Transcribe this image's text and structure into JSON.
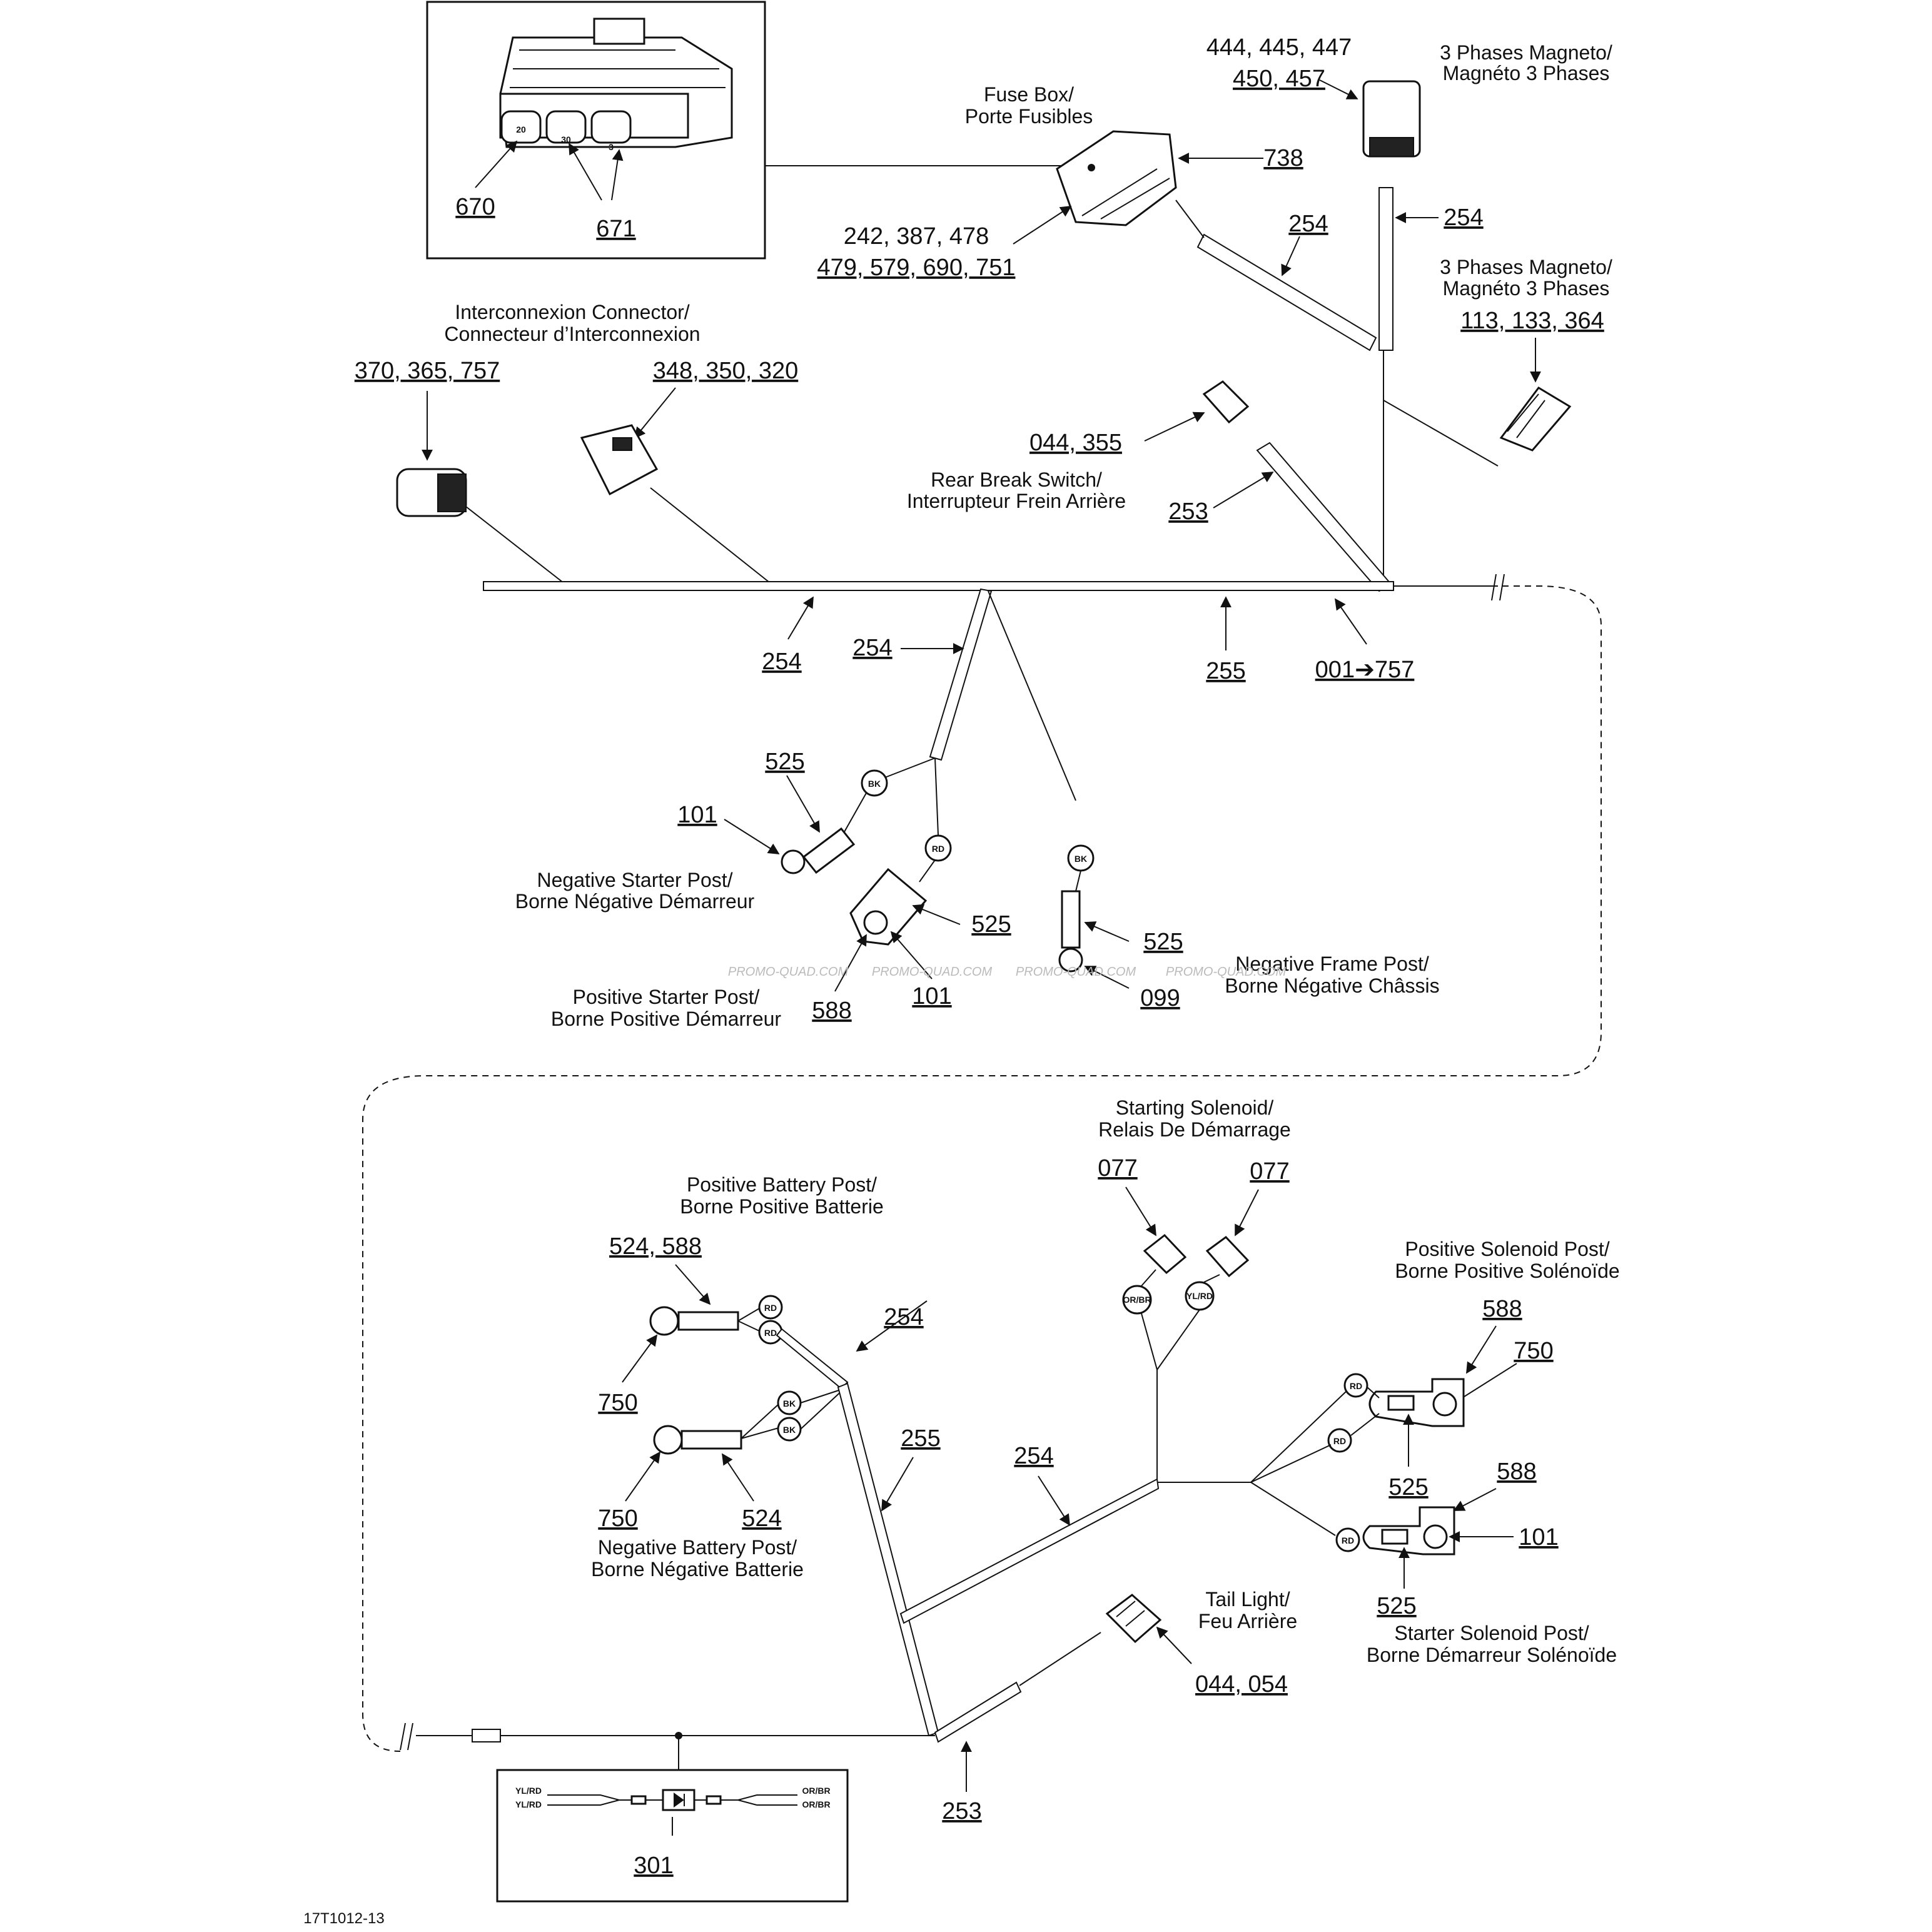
{
  "diagram": {
    "inset_top": {
      "refs": [
        "670",
        "671"
      ],
      "fuse_labels": [
        "20",
        "30",
        "3"
      ]
    },
    "fuse_box": {
      "label_en": "Fuse Box/",
      "label_fr": "Porte Fusibles",
      "ref": "738",
      "parts_line1": "242, 387, 478",
      "parts_line2": "479, 579, 690, 751"
    },
    "magneto1": {
      "label_en": "3 Phases Magneto/",
      "label_fr": "Magnéto 3 Phases",
      "parts_line1": "444, 445, 447",
      "parts_line2": "450, 457",
      "tube_ref": "254"
    },
    "magneto2": {
      "label_en": "3 Phases Magneto/",
      "label_fr": "Magnéto 3 Phases",
      "parts": "113, 133, 364"
    },
    "fuse_tube_ref": "254",
    "interconnexion": {
      "label_en": "Interconnexion Connector/",
      "label_fr": "Connecteur d’Interconnexion",
      "parts_left": "370, 365, 757",
      "parts_right": "348, 350, 320"
    },
    "rear_brake": {
      "parts": "044, 355",
      "label_en": "Rear Break Switch/",
      "label_fr": "Interrupteur Frein Arrière",
      "tube_ref": "253"
    },
    "harness_upper": {
      "ref_left": "254",
      "ref_branch": "254",
      "ref_right": "255",
      "ref_main": "001➔757"
    },
    "neg_starter": {
      "ref_525": "525",
      "ref_101": "101",
      "label_en": "Negative Starter Post/",
      "label_fr": "Borne Négative Démarreur",
      "wire": "BK"
    },
    "pos_starter": {
      "ref_525": "525",
      "ref_588": "588",
      "ref_101": "101",
      "label_en": "Positive Starter Post/",
      "label_fr": "Borne Positive Démarreur",
      "wire": "RD"
    },
    "neg_frame": {
      "ref_525": "525",
      "ref_099": "099",
      "label_en": "Negative Frame Post/",
      "label_fr": "Borne Négative Châssis",
      "wire": "BK"
    },
    "watermark": "PROMO-QUAD.COM",
    "starting_solenoid": {
      "label_en": "Starting Solenoid/",
      "label_fr": "Relais De Démarrage",
      "ref_a": "077",
      "ref_b": "077",
      "wire_a": "OR/BR",
      "wire_b": "YL/RD"
    },
    "pos_battery": {
      "label_en": "Positive Battery Post/",
      "label_fr": "Borne Positive Batterie",
      "parts": "524, 588",
      "ref_750": "750",
      "wire": "RD"
    },
    "neg_battery": {
      "label_en": "Negative Battery Post/",
      "label_fr": "Borne Négative Batterie",
      "ref_750": "750",
      "ref_524": "524",
      "wire": "BK"
    },
    "pos_solenoid": {
      "label_en": "Positive Solenoid Post/",
      "label_fr": "Borne Positive Solénoïde",
      "ref_588": "588",
      "ref_750": "750",
      "ref_525": "525",
      "wire": "RD"
    },
    "starter_solenoid": {
      "label_en": "Starter Solenoid Post/",
      "label_fr": "Borne Démarreur Solénoïde",
      "ref_588": "588",
      "ref_101": "101",
      "ref_525": "525",
      "wire": "RD"
    },
    "tail_light": {
      "label_en": "Tail Light/",
      "label_fr": "Feu Arrière",
      "parts": "044, 054"
    },
    "harness_lower": {
      "ref_254_a": "254",
      "ref_255": "255",
      "ref_254_b": "254",
      "ref_253": "253"
    },
    "inset_bottom": {
      "ref": "301",
      "wire_l1": "YL/RD",
      "wire_l2": "YL/RD",
      "wire_r1": "OR/BR",
      "wire_r2": "OR/BR"
    },
    "drawing_code": "17T1012-13"
  }
}
